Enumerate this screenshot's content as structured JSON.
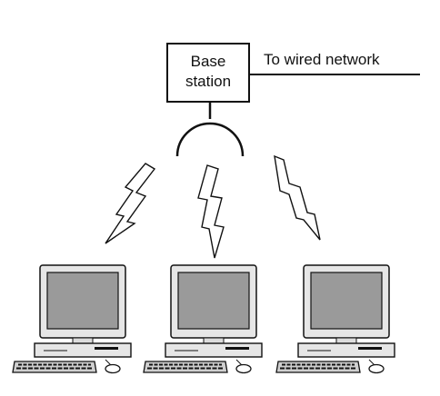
{
  "base_station": {
    "label_line1": "Base",
    "label_line2": "station"
  },
  "wired_link": {
    "label": "To wired network"
  },
  "clients": [
    {
      "name": "computer-1"
    },
    {
      "name": "computer-2"
    },
    {
      "name": "computer-3"
    }
  ],
  "colors": {
    "stroke": "#111111",
    "screen": "#9a9a9a",
    "case": "#e6e6e6",
    "background": "#ffffff"
  }
}
